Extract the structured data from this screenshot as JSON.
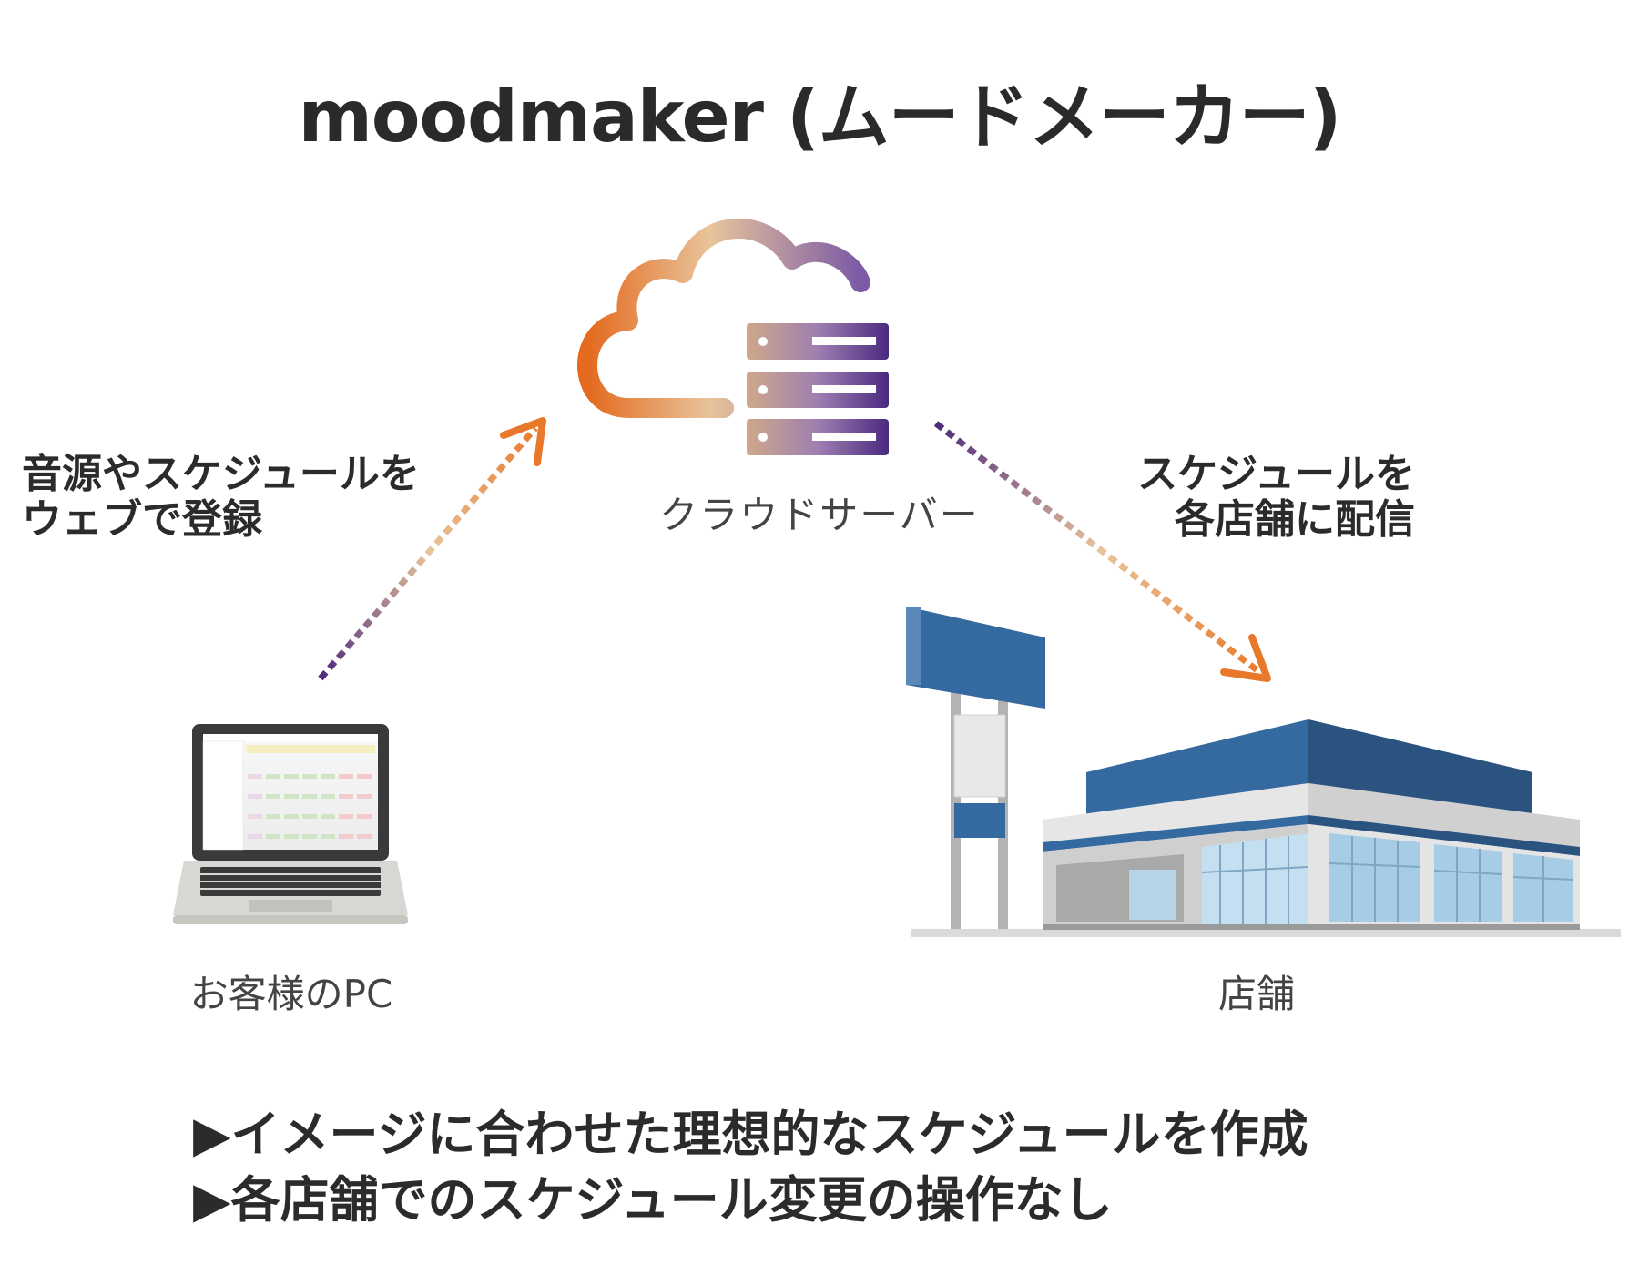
{
  "title": "moodmaker (ムードメーカー)",
  "nodes": {
    "cloud": {
      "label": "クラウドサーバー",
      "icon": "cloud-server-icon"
    },
    "pc": {
      "label": "お客様のPC",
      "icon": "laptop-icon"
    },
    "store": {
      "label": "店舗",
      "icon": "store-building-icon"
    }
  },
  "edges": {
    "pc_to_cloud": {
      "label": "音源やスケジュールを\nウェブで登録"
    },
    "cloud_to_store": {
      "label": "スケジュールを\n各店舗に配信"
    }
  },
  "bullets": [
    "▶イメージに合わせた理想的なスケジュールを作成",
    "▶各店舗でのスケジュール変更の操作なし"
  ],
  "colors": {
    "orange": "#e8782a",
    "purple": "#4d2a7c",
    "peach": "#e8c49b",
    "store_blue": "#356aa0"
  }
}
